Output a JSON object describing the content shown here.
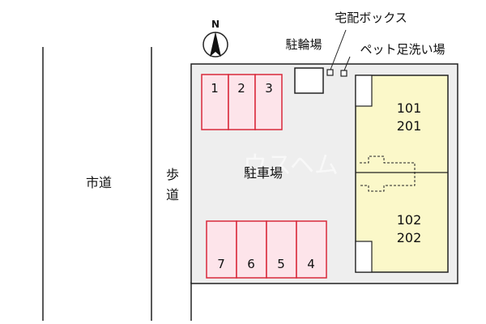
{
  "compass": {
    "north_label": "N"
  },
  "road": {
    "city_road_label": "市道"
  },
  "sidewalk": {
    "label_line1": "歩",
    "label_line2": "道"
  },
  "parking_lot": {
    "label": "駐車場"
  },
  "bicycle_parking": {
    "label": "駐輪場"
  },
  "delivery_box": {
    "label": "宅配ボックス"
  },
  "pet_foot_wash": {
    "label": "ペット足洗い場"
  },
  "parking_spaces": {
    "top_row": [
      "1",
      "2",
      "3"
    ],
    "bottom_row": [
      "7",
      "6",
      "5",
      "4"
    ]
  },
  "building": {
    "unit_a": {
      "line1": "101",
      "line2": "201"
    },
    "unit_b": {
      "line1": "102",
      "line2": "202"
    }
  },
  "colors": {
    "parking_fill": "#fde4ea",
    "parking_stroke": "#d9283a",
    "building_fill": "#fbf8c9",
    "lot_fill": "#eeeeee",
    "line": "#222222",
    "watermark": "#ffffff"
  }
}
